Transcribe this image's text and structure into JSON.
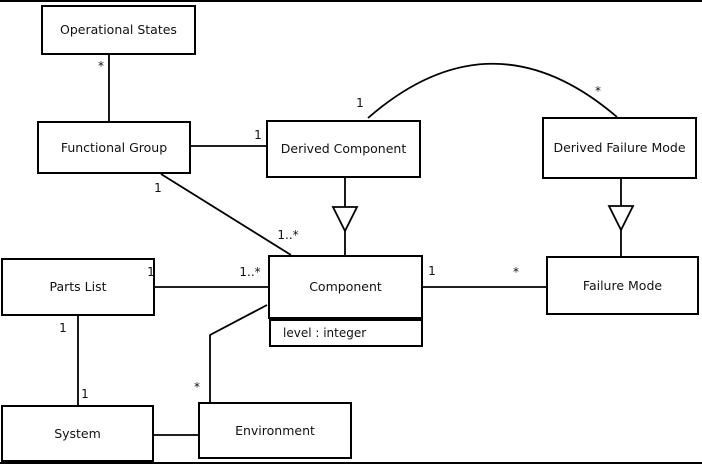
{
  "diagram": {
    "kind": "uml-class-diagram",
    "background_color": "#ffffff",
    "line_color": "#000000",
    "boxes": {
      "operational_states": {
        "name": "Operational States"
      },
      "functional_group": {
        "name": "Functional Group"
      },
      "derived_component": {
        "name": "Derived Component"
      },
      "derived_failure_mode": {
        "name": "Derived Failure Mode"
      },
      "parts_list": {
        "name": "Parts List"
      },
      "component": {
        "name": "Component",
        "attribute": "level : integer"
      },
      "failure_mode": {
        "name": "Failure Mode"
      },
      "system": {
        "name": "System"
      },
      "environment": {
        "name": "Environment"
      }
    },
    "multiplicities": {
      "os_fg_star": "*",
      "fg_dc_one": "1",
      "fg_comp_one": "1",
      "fg_comp_many": "1..*",
      "dc_arc_one": "1",
      "dfm_arc_star": "*",
      "pl_comp_one": "1",
      "pl_comp_many": "1..*",
      "comp_fm_one": "1",
      "comp_fm_star": "*",
      "pl_sys_one_top": "1",
      "pl_sys_one_bottom": "1",
      "env_comp_star": "*"
    },
    "relationships": [
      {
        "from": "Operational States",
        "to": "Functional Group",
        "type": "association",
        "from_label": "*",
        "to_label": ""
      },
      {
        "from": "Functional Group",
        "to": "Derived Component",
        "type": "association",
        "from_label": "",
        "to_label": "1"
      },
      {
        "from": "Functional Group",
        "to": "Component",
        "type": "association",
        "from_label": "1",
        "to_label": "1..*"
      },
      {
        "from": "Derived Component",
        "to": "Derived Failure Mode",
        "type": "association (arc)",
        "from_label": "1",
        "to_label": "*"
      },
      {
        "from": "Derived Component",
        "to": "Component",
        "type": "generalization",
        "from_label": "",
        "to_label": ""
      },
      {
        "from": "Derived Failure Mode",
        "to": "Failure Mode",
        "type": "generalization",
        "from_label": "",
        "to_label": ""
      },
      {
        "from": "Parts List",
        "to": "Component",
        "type": "association",
        "from_label": "1",
        "to_label": "1..*"
      },
      {
        "from": "Component",
        "to": "Failure Mode",
        "type": "association",
        "from_label": "1",
        "to_label": "*"
      },
      {
        "from": "Parts List",
        "to": "System",
        "type": "association",
        "from_label": "1",
        "to_label": "1"
      },
      {
        "from": "System",
        "to": "Environment",
        "type": "association",
        "from_label": "",
        "to_label": ""
      },
      {
        "from": "Environment",
        "to": "Component",
        "type": "association",
        "from_label": "*",
        "to_label": ""
      }
    ]
  }
}
